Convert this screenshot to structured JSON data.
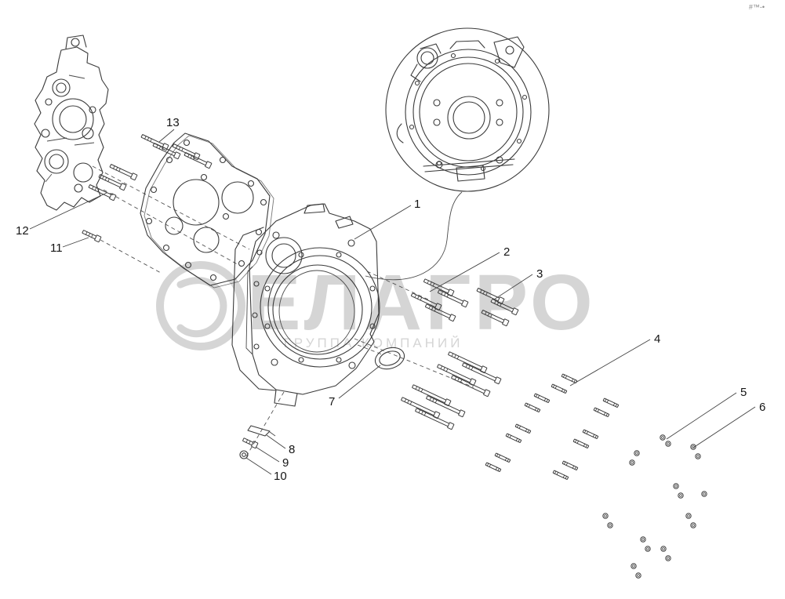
{
  "watermark": {
    "title": "ЕЛАГРО",
    "subtitle": "ГРУППА КОМПАНИЙ"
  },
  "corner_marks": "#™-•",
  "callouts": [
    "1",
    "2",
    "3",
    "4",
    "5",
    "6",
    "7",
    "8",
    "9",
    "10",
    "11",
    "12",
    "13"
  ],
  "diagram": {
    "type": "exploded-parts-diagram",
    "subject": "flywheel housing assembly",
    "part_numbers_visible": [
      1,
      2,
      3,
      4,
      5,
      6,
      7,
      8,
      9,
      10,
      11,
      12,
      13
    ]
  }
}
